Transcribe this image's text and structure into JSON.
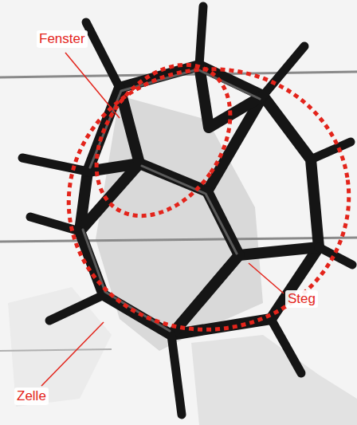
{
  "diagram": {
    "labels": [
      "Fenster",
      "Steg",
      "Zelle"
    ]
  }
}
